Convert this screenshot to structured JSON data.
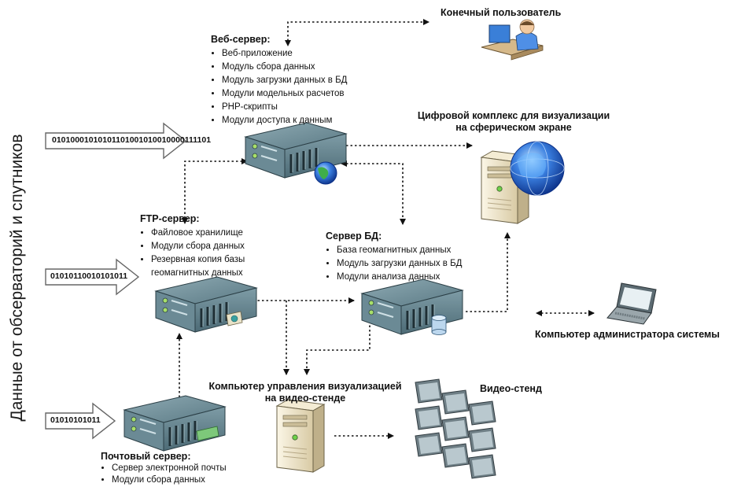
{
  "side_title": "Данные от обсерваторий и спутников",
  "end_user": "Конечный пользователь",
  "web_server": {
    "title": "Веб-сервер:",
    "items": [
      "Веб-приложение",
      "Модуль сбора данных",
      "Модуль загрузки данных в БД",
      "Модули модельных расчетов",
      "PHP-скрипты",
      "Модули доступа к данным"
    ]
  },
  "sphere_complex": {
    "line1": "Цифровой комплекс для визуализации",
    "line2": "на сферическом экране"
  },
  "ftp_server": {
    "title": "FTP-сервер:",
    "items": [
      "Файловое хранилище",
      "Модули сбора данных",
      "Резервная копия базы",
      "геомагнитных данных"
    ]
  },
  "db_server": {
    "title": "Сервер БД:",
    "items": [
      "База геомагнитных данных",
      "Модуль загрузки данных в БД",
      "Модули анализа данных"
    ]
  },
  "admin_pc": "Компьютер администратора системы",
  "video_control": {
    "line1": "Компьютер управления визуализацией",
    "line2": "на видео-стенде"
  },
  "video_wall": "Видео-стенд",
  "mail_server": {
    "title": "Почтовый сервер:",
    "items": [
      "Сервер электронной почты",
      "Модули сбора данных"
    ]
  },
  "binary_inputs": {
    "web": "01010001010101101001010010000111101",
    "ftp": "01010110010101011",
    "mail": "01010101011"
  },
  "colors": {
    "server_body": "#3f5f6b",
    "server_front": "#6f8f9a",
    "server_dark": "#22343b",
    "arrow_outline": "#555555",
    "dotted": "#111111",
    "tower_body": "#ece2c6",
    "globe_blue": "#2a63c8"
  }
}
